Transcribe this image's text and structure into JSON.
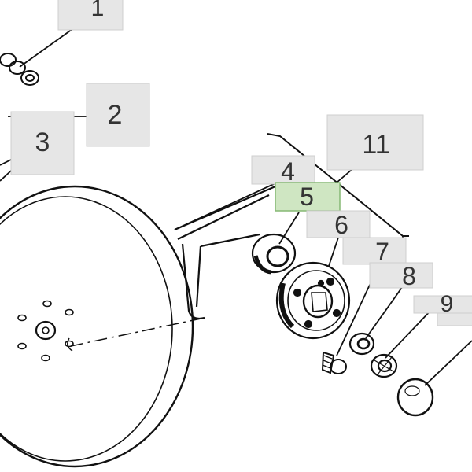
{
  "diagram": {
    "callouts": [
      {
        "id": "c1",
        "label": "1",
        "highlighted": false
      },
      {
        "id": "c2",
        "label": "2",
        "highlighted": false
      },
      {
        "id": "c3",
        "label": "3",
        "highlighted": false
      },
      {
        "id": "c4",
        "label": "4",
        "highlighted": false
      },
      {
        "id": "c5",
        "label": "5",
        "highlighted": true
      },
      {
        "id": "c6",
        "label": "6",
        "highlighted": false
      },
      {
        "id": "c7",
        "label": "7",
        "highlighted": false
      },
      {
        "id": "c8",
        "label": "8",
        "highlighted": false
      },
      {
        "id": "c9",
        "label": "9",
        "highlighted": false
      },
      {
        "id": "c11",
        "label": "11",
        "highlighted": false
      }
    ]
  },
  "colors": {
    "line": "#111111",
    "label_bg": "#e6e6e6",
    "label_border": "#cfcfcf",
    "label_text": "#333333",
    "highlight_bg": "#cfe6c2",
    "highlight_border": "#86b874"
  }
}
